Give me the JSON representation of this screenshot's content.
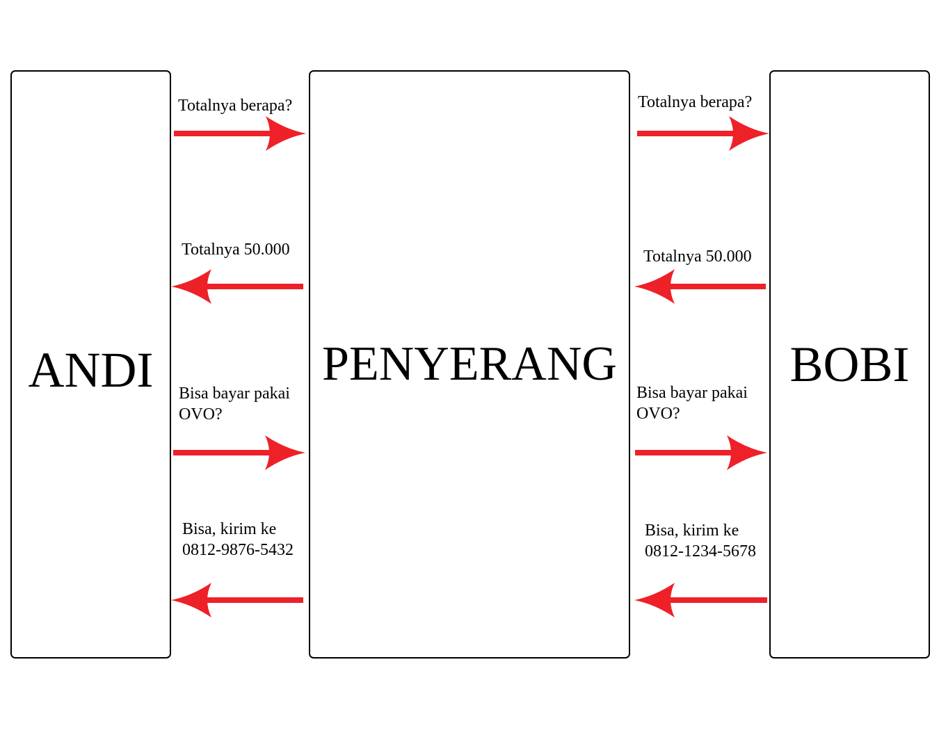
{
  "colors": {
    "arrow": "#ee2028",
    "box_border": "#000000",
    "text": "#000000",
    "background": "#ffffff"
  },
  "actors": {
    "andi": "ANDI",
    "penyerang": "PENYERANG",
    "bobi": "BOBI"
  },
  "messages_left": [
    {
      "lines": [
        "Totalnya berapa?"
      ],
      "direction": "right"
    },
    {
      "lines": [
        "Totalnya 50.000"
      ],
      "direction": "left"
    },
    {
      "lines": [
        "Bisa bayar pakai",
        "OVO?"
      ],
      "direction": "right"
    },
    {
      "lines": [
        "Bisa, kirim ke",
        "0812-9876-5432"
      ],
      "direction": "left"
    }
  ],
  "messages_right": [
    {
      "lines": [
        "Totalnya berapa?"
      ],
      "direction": "right"
    },
    {
      "lines": [
        "Totalnya 50.000"
      ],
      "direction": "left"
    },
    {
      "lines": [
        "Bisa bayar pakai",
        "OVO?"
      ],
      "direction": "right"
    },
    {
      "lines": [
        "Bisa, kirim ke",
        "0812-1234-5678"
      ],
      "direction": "left"
    }
  ]
}
